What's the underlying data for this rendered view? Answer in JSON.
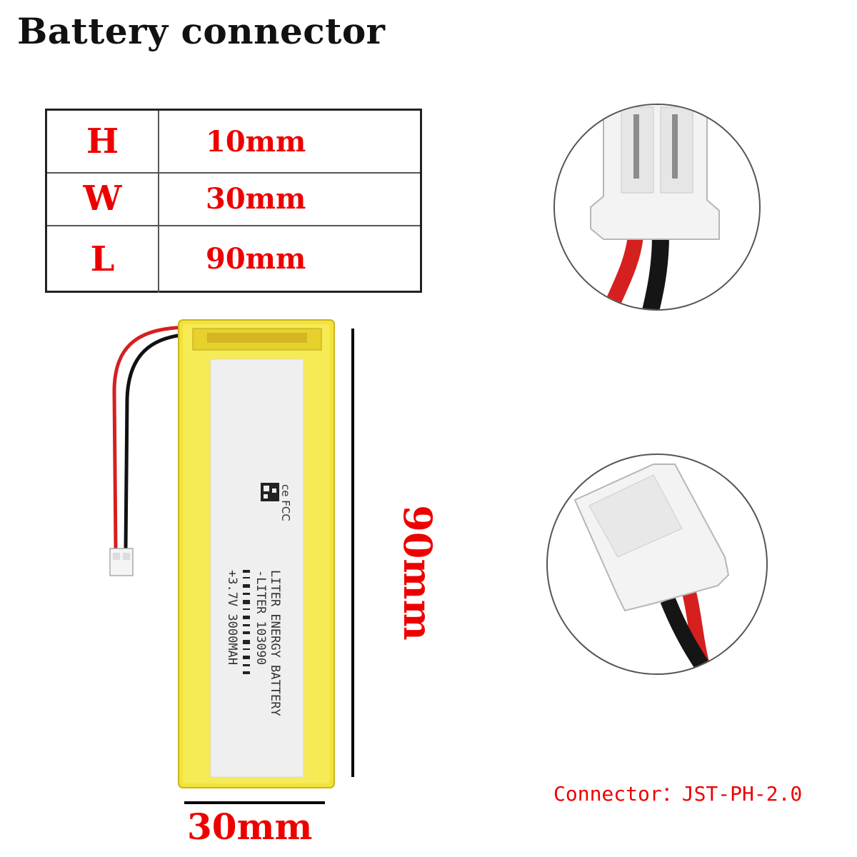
{
  "title": "Battery connector",
  "dimensions": [
    {
      "key": "H",
      "value": "10mm"
    },
    {
      "key": "W",
      "value": "30mm"
    },
    {
      "key": "L",
      "value": "90mm"
    }
  ],
  "battery_label": {
    "line1": "LITER ENERGY BATTERY",
    "line2": "-LITER 103090",
    "line3": "+3.7V 3000MAH",
    "marks": "ce FCC"
  },
  "height_label": "90mm",
  "width_label": "30mm",
  "connector_note": "Connector：JST-PH-2.0",
  "colors": {
    "accent": "#ee0000",
    "battery_yellow": "#f2e23a",
    "wire_red": "#d61f1f",
    "wire_black": "#111111"
  }
}
